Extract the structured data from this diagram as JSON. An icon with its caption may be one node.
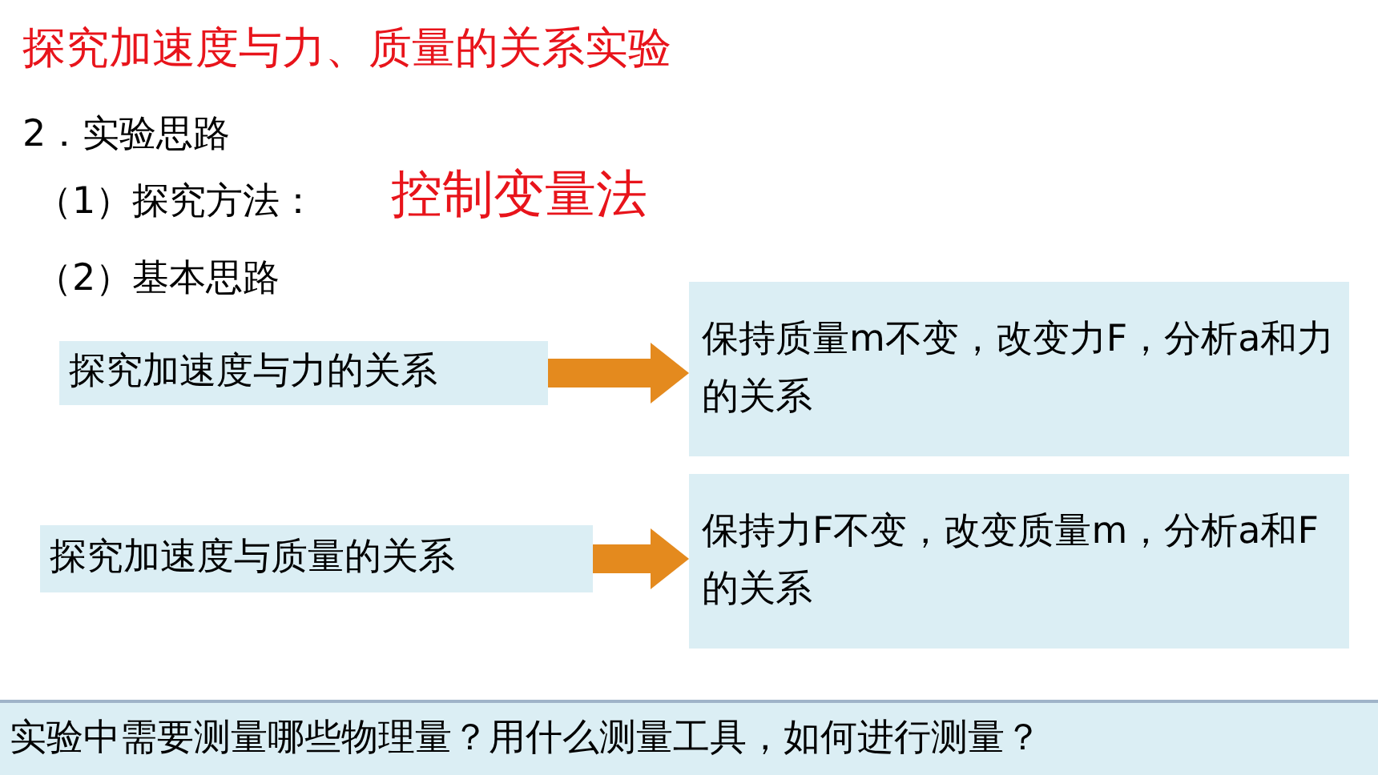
{
  "diagram": {
    "title": "探究加速度与力、质量的关系实验",
    "nodes": [
      {
        "text": [
          "探究加速度与力的关系"
        ]
      },
      {
        "text": [
          "保持质量m不变，改变力F，分析a和力的关系"
        ]
      },
      {
        "text": [
          "探究加速度与质量的关系"
        ]
      },
      {
        "text": [
          "保持力F不变，改变质量m，分析a和F的关系"
        ]
      },
      {
        "text": [
          "实验中需要测量哪些物理量？用什么测量工具，如何进行测量？"
        ]
      }
    ],
    "edges": [
      {
        "from": 0,
        "to": 1,
        "arrow": "to"
      },
      {
        "from": 2,
        "to": 3,
        "arrow": "to"
      }
    ],
    "labels": [
      "2．实验思路",
      "（1）探究方法：",
      "控制变量法",
      "（2）基本思路"
    ]
  }
}
